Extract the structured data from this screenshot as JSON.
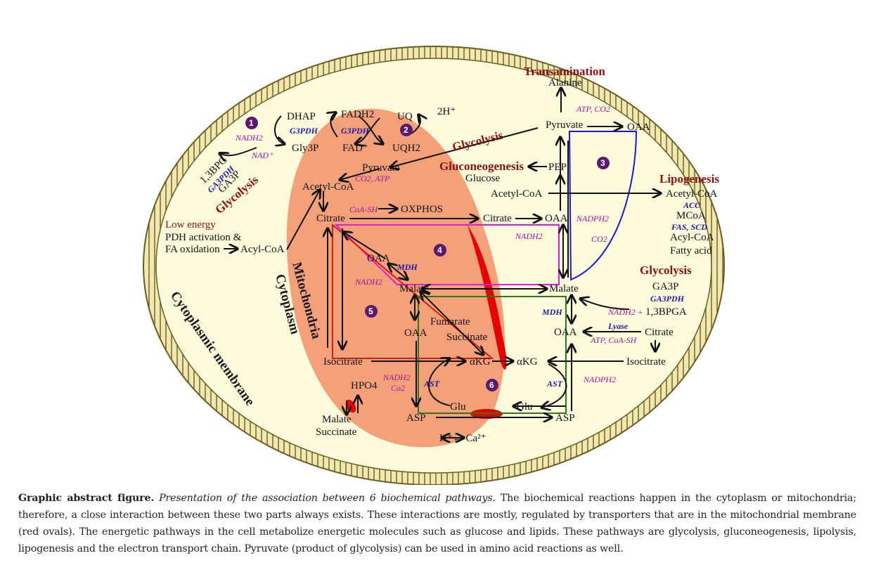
{
  "figure": {
    "regions": {
      "cytoplasmic_membrane": "Cytoplasmic membrane",
      "mitochondria": "Mitochondria",
      "cytoplasm": "Cytoplasm"
    },
    "pathway_numbers": [
      "1",
      "2",
      "3",
      "4",
      "5",
      "6"
    ],
    "pathway_titles": {
      "glycolysis_left": "Glycolysis",
      "glycolysis_mid": "Glycolysis",
      "glycolysis_right": "Glycolysis",
      "transamination": "Transamination",
      "gluconeogenesis": "Gluconeogenesis",
      "lipogenesis": "Lipogenesis"
    },
    "metabolites": {
      "dhap": "DHAP",
      "gly3p": "Gly3P",
      "fadh2": "FADH2",
      "fad": "FAD⁺",
      "uq": "UQ",
      "uqh2": "UQH2",
      "two_h": "2H⁺",
      "bpg13": "1,3BPG",
      "ga3p_left": "GA3P",
      "pyruvate_mito": "Pyruvate",
      "acetylcoa_mito": "Acetyl-CoA",
      "citrate_mito": "Citrate",
      "oxphos": "OXPHOS",
      "oaa_mito": "OAA",
      "malate_mito": "Malate",
      "oaa_mito2": "OAA",
      "fumarate": "Fumarate",
      "succinate": "Succinate",
      "isocitrate_mito": "Isocitrate",
      "akg_mito": "αKG",
      "hpo4": "HPO4",
      "malate_bottom": "Malate",
      "succinate_bottom": "Succinate",
      "asp_mito": "ASP",
      "glu_mito": "Glu",
      "h_ca": "H⁺↔ Ca²⁺",
      "alanine": "Alanine",
      "pyruvate_cyto": "Pyruvate",
      "oaa_top": "OAA",
      "pep": "PEP",
      "glucose": "Glucose",
      "acetylcoa_cyto": "Acetyl-CoA",
      "citrate_cyto": "Citrate",
      "oaa_cyto": "OAA",
      "malate_cyto": "Malate",
      "oaa_cyto2": "OAA",
      "akg_cyto": "αKG",
      "glu_cyto": "Glu",
      "asp_cyto": "ASP",
      "citrate_right": "Citrate",
      "isocitrate_right": "Isocitrate",
      "acetylcoa_lipo": "Acetyl-CoA",
      "mcoa": "MCoA",
      "acylcoa_lipo": "Acyl-CoA",
      "fatty_acid": "Fatty acid",
      "ga3p_right": "GA3P",
      "bpga13": "1,3BPGA",
      "acylcoa_left": "Acyl-CoA"
    },
    "enzymes": {
      "g3pdh_1": "G3PDH",
      "g3pdh_2": "G3PDH",
      "ga3pdh_left": "GA3PDH",
      "mdh_mito": "MDH",
      "ast_mito": "AST",
      "acc": "ACC",
      "fas_scd": "FAS, SCD",
      "ga3pdh_right": "GA3PDH",
      "mdh_cyto": "MDH",
      "lyase": "Lyase",
      "ast_cyto": "AST"
    },
    "cofactors": {
      "nadh2_1": "NADH2",
      "nad_1": "NAD⁺",
      "co2_atp": "CO2, ATP",
      "coash": "CoA-SH",
      "nadh2_mito": "NADH2",
      "nadh2_co2_a": "NADH2",
      "nadh2_co2_b": "Co2",
      "atp_co2": "ATP, CO2",
      "nadph2_top": "NADPH2",
      "co2_right": "CO2",
      "nadh2_cyto": "NADH2",
      "nadh2_plus": "NADH2 +",
      "atp_coash": "ATP, CoA-SH",
      "nadph2_bottom": "NADPH2"
    },
    "notes": {
      "low_energy": "Low energy",
      "pdh_activation": "PDH activation &",
      "fa_oxidation": "FA oxidation"
    },
    "colors": {
      "cell_fill": "#fdfbdc",
      "membrane": "#8a7a3a",
      "mito_fill": "#f4a079",
      "transporter": "#e60000",
      "pathway3": "#1a1ac8",
      "pathway4": "#e020d0",
      "pathway5": "#d02010",
      "pathway6": "#2a7a1a",
      "pathway_title": "#8b1010"
    }
  },
  "caption": {
    "bold": "Graphic abstract figure.",
    "italic": "Presentation of the association between 6 biochemical pathways",
    "text": ". The biochemical reactions happen in the cytoplasm or mitochondria; therefore, a close interaction between these two parts always exists. These interactions are mostly, regulated by transporters that are in the mitochondrial membrane (red ovals). The energetic pathways in the cell metabolize energetic molecules such as glucose and lipids. These pathways are glycolysis, gluconeogenesis, lipolysis, lipogenesis and the electron transport chain. Pyruvate (product of glycolysis) can be used in amino acid reactions as well."
  }
}
